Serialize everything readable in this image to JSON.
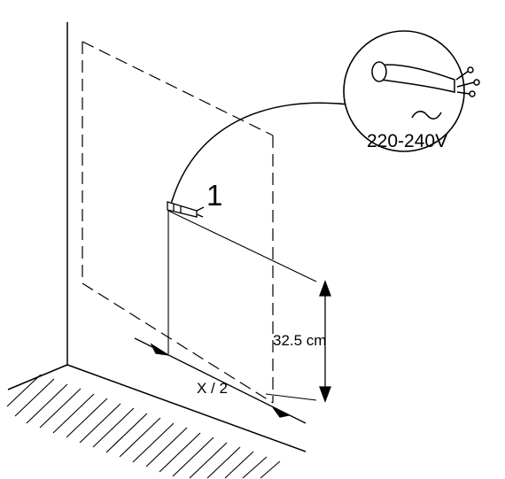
{
  "diagram": {
    "step_number": "1",
    "height_dimension": "32.5 cm",
    "width_dimension": "X / 2",
    "voltage_label": "220-240V",
    "ac_symbol": "~",
    "colors": {
      "ink": "#000000",
      "background": "#ffffff"
    }
  }
}
